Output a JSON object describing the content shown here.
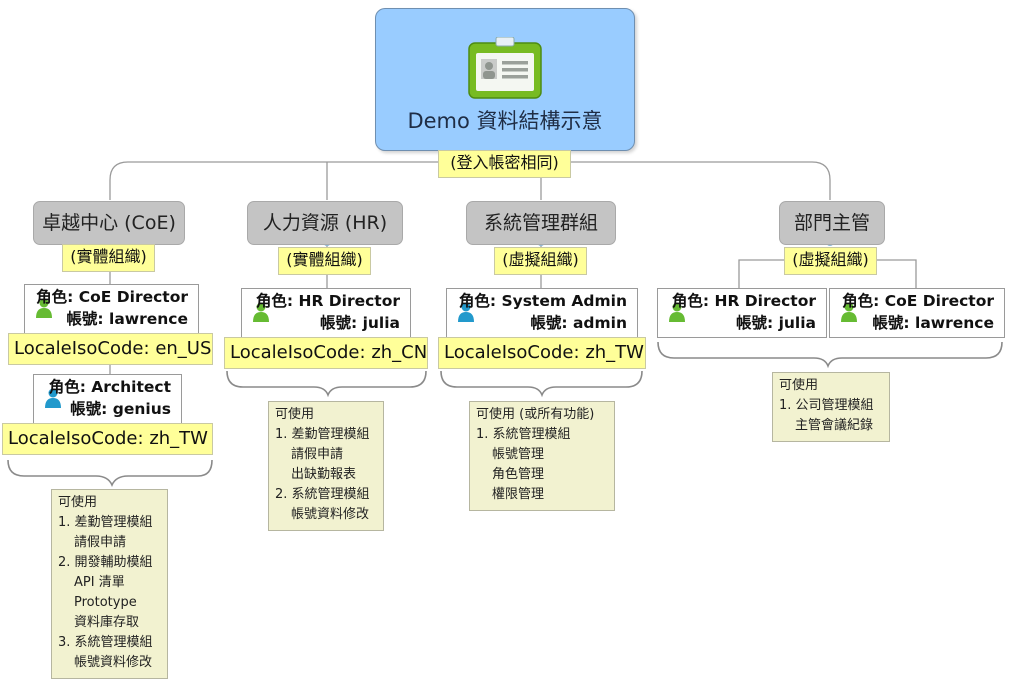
{
  "root": {
    "title": "Demo 資料結構示意",
    "subtitle": "(登入帳密相同)"
  },
  "branches": [
    {
      "title": "卓越中心 (CoE)",
      "tag": "(實體組織)",
      "members": [
        {
          "role_label": "角色:",
          "role": "CoE Director",
          "account_label": "帳號:",
          "account": "lawrence",
          "locale_label": "LocaleIsoCode:",
          "locale": "en_US"
        },
        {
          "role_label": "角色:",
          "role": "Architect",
          "account_label": "帳號:",
          "account": "genius",
          "locale_label": "LocaleIsoCode:",
          "locale": "zh_TW"
        }
      ],
      "note": [
        "可使用",
        "1. 差勤管理模組",
        "請假申請",
        "2. 開發輔助模組",
        "API 清單",
        "Prototype",
        "資料庫存取",
        "3. 系統管理模組",
        "帳號資料修改"
      ]
    },
    {
      "title": "人力資源 (HR)",
      "tag": "(實體組織)",
      "members": [
        {
          "role_label": "角色:",
          "role": "HR Director",
          "account_label": "帳號:",
          "account": "julia",
          "locale_label": "LocaleIsoCode:",
          "locale": "zh_CN"
        }
      ],
      "note": [
        "可使用",
        "1. 差勤管理模組",
        "請假申請",
        "出缺勤報表",
        "2. 系統管理模組",
        "帳號資料修改"
      ]
    },
    {
      "title": "系統管理群組",
      "tag": "(虛擬組織)",
      "members": [
        {
          "role_label": "角色:",
          "role": "System Admin",
          "account_label": "帳號:",
          "account": "admin",
          "locale_label": "LocaleIsoCode:",
          "locale": "zh_TW"
        }
      ],
      "note": [
        "可使用 (或所有功能)",
        "1. 系統管理模組",
        "帳號管理",
        "角色管理",
        "權限管理"
      ]
    },
    {
      "title": "部門主管",
      "tag": "(虛擬組織)",
      "members": [
        {
          "role_label": "角色:",
          "role": "HR Director",
          "account_label": "帳號:",
          "account": "julia"
        },
        {
          "role_label": "角色:",
          "role": "CoE Director",
          "account_label": "帳號:",
          "account": "lawrence"
        }
      ],
      "note": [
        "可使用",
        "1. 公司管理模組",
        "主管會議紀錄"
      ]
    }
  ],
  "colors": {
    "root_fill": "#99ccff",
    "branch_fill": "#c4c4c4",
    "tag_fill": "#ffff99",
    "note_fill": "#f2f2d0",
    "person_green": "#66bb33",
    "person_teal": "#2299cc",
    "icon_green": "#77bb22"
  }
}
